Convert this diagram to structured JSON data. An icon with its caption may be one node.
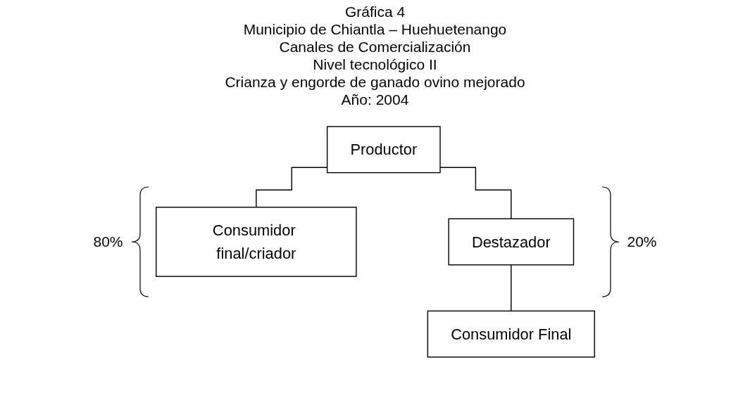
{
  "diagram": {
    "title": "Gráfica 4",
    "nodes": [
      {
        "text": [
          "Productor"
        ]
      },
      {
        "text": [
          "Consumidor final/criador"
        ]
      },
      {
        "text": [
          "Destazador"
        ]
      },
      {
        "text": [
          "Consumidor Final"
        ]
      }
    ],
    "edges": [
      {
        "from": 0,
        "to": 1,
        "arrow": "none"
      },
      {
        "from": 0,
        "to": 2,
        "arrow": "none"
      },
      {
        "from": 2,
        "to": 3,
        "arrow": "none"
      }
    ],
    "labels": [
      "Municipio de Chiantla – Huehuetenango",
      "Canales de Comercialización",
      "Nivel tecnológico II",
      "Crianza y engorde de ganado ovino mejorado",
      "Año: 2004",
      "80%",
      "20%"
    ]
  }
}
